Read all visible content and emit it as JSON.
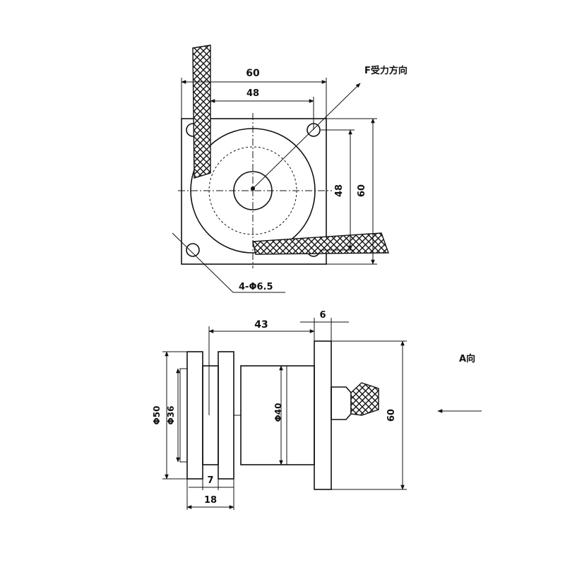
{
  "top_view": {
    "dim_width_outer": "60",
    "dim_width_holes": "48",
    "dim_height_holes": "48",
    "dim_height_outer": "60",
    "force_label": "F受力方向",
    "hole_callout": "4-Φ6.5"
  },
  "side_view": {
    "dim_length": "43",
    "dim_flange": "6",
    "dim_d50": "Φ50",
    "dim_d36": "Φ36",
    "dim_d40": "Φ40",
    "dim_height": "60",
    "dim_7": "7",
    "dim_18": "18",
    "view_label": "A向"
  },
  "colors": {
    "ink": "#111111",
    "paper": "#ffffff"
  }
}
